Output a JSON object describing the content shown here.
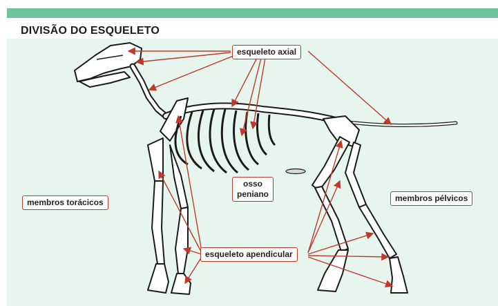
{
  "title": "DIVISÃO DO ESQUELETO",
  "labels": {
    "axial": "esqueleto axial",
    "apendicular": "esqueleto apendicular",
    "toracicos": "membros torácicos",
    "pelvicos": "membros pélvicos",
    "peniano": "osso\npeniano"
  },
  "colors": {
    "band": "#6fc39d",
    "background": "#e6f6ee",
    "arrow": "#c0392b",
    "bone_fill": "#ffffff",
    "bone_stroke": "#1a1a1a"
  }
}
